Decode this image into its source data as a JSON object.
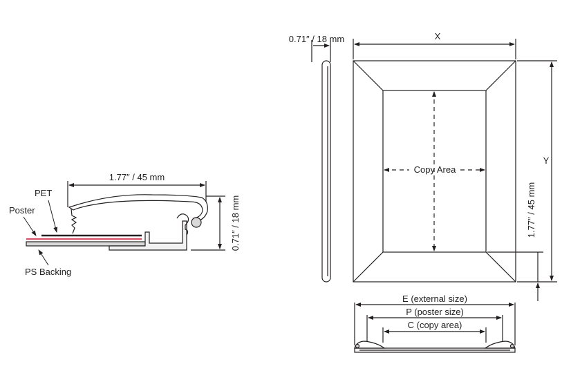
{
  "labels": {
    "pet": "PET",
    "poster": "Poster",
    "ps_backing": "PS Backing",
    "profile_width": "1.77″ / 45 mm",
    "profile_height": "0.71″ / 18 mm",
    "side_depth": "0.71″ / 18 mm",
    "dim_x": "X",
    "dim_y": "Y",
    "copy_area": "Copy Area",
    "border_width": "1.77″ / 45 mm",
    "external_size": "E (external size)",
    "poster_size": "P (poster size)",
    "copy_area_size": "C (copy area)"
  },
  "colors": {
    "line": "#231f20",
    "poster_red": "#c8102e",
    "backing_gray": "#d9d9d9",
    "aluminum": "#f2f2f2"
  }
}
